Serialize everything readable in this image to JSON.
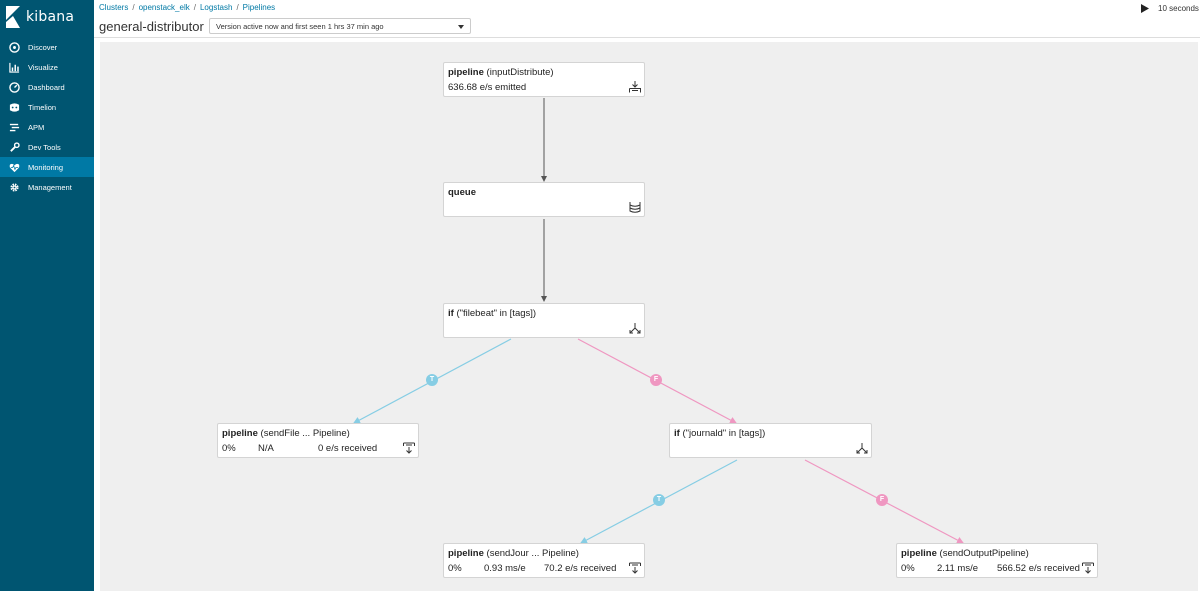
{
  "app": {
    "name": "kibana"
  },
  "sidebar": {
    "items": [
      {
        "label": "Discover",
        "icon": "compass-icon"
      },
      {
        "label": "Visualize",
        "icon": "bar-chart-icon"
      },
      {
        "label": "Dashboard",
        "icon": "dashboard-icon"
      },
      {
        "label": "Timelion",
        "icon": "timelion-icon"
      },
      {
        "label": "APM",
        "icon": "apm-icon"
      },
      {
        "label": "Dev Tools",
        "icon": "wrench-icon"
      },
      {
        "label": "Monitoring",
        "icon": "heartbeat-icon",
        "active": true
      },
      {
        "label": "Management",
        "icon": "gear-icon"
      }
    ]
  },
  "breadcrumb": [
    "Clusters",
    "openstack_elk",
    "Logstash",
    "Pipelines"
  ],
  "header": {
    "title": "general-distributor",
    "version_select": "Version active now and first seen 1 hrs 37 min ago",
    "refresh_interval": "10 seconds"
  },
  "pipeline_graph": {
    "nodes": {
      "input": {
        "keyword": "pipeline",
        "text": "(inputDistribute)",
        "stat": "636.68 e/s emitted"
      },
      "queue": {
        "keyword": "queue"
      },
      "if1": {
        "keyword": "if",
        "text": "(\"filebeat\" in [tags])"
      },
      "send_file": {
        "keyword": "pipeline",
        "text": "(sendFile ... Pipeline)",
        "cpu": "0%",
        "latency": "N/A",
        "rate": "0 e/s received"
      },
      "if2": {
        "keyword": "if",
        "text": "(\"journald\" in [tags])"
      },
      "send_jour": {
        "keyword": "pipeline",
        "text": "(sendJour ... Pipeline)",
        "cpu": "0%",
        "latency": "0.93 ms/e",
        "rate": "70.2 e/s received"
      },
      "send_output": {
        "keyword": "pipeline",
        "text": "(sendOutputPipeline)",
        "cpu": "0%",
        "latency": "2.11 ms/e",
        "rate": "566.52 e/s received"
      }
    },
    "branch_labels": {
      "true": "T",
      "false": "F"
    }
  },
  "colors": {
    "sidebar": "#005571",
    "active": "#0079a5",
    "true_edge": "#86cde4",
    "false_edge": "#ef97c1",
    "canvas": "#efefef"
  }
}
